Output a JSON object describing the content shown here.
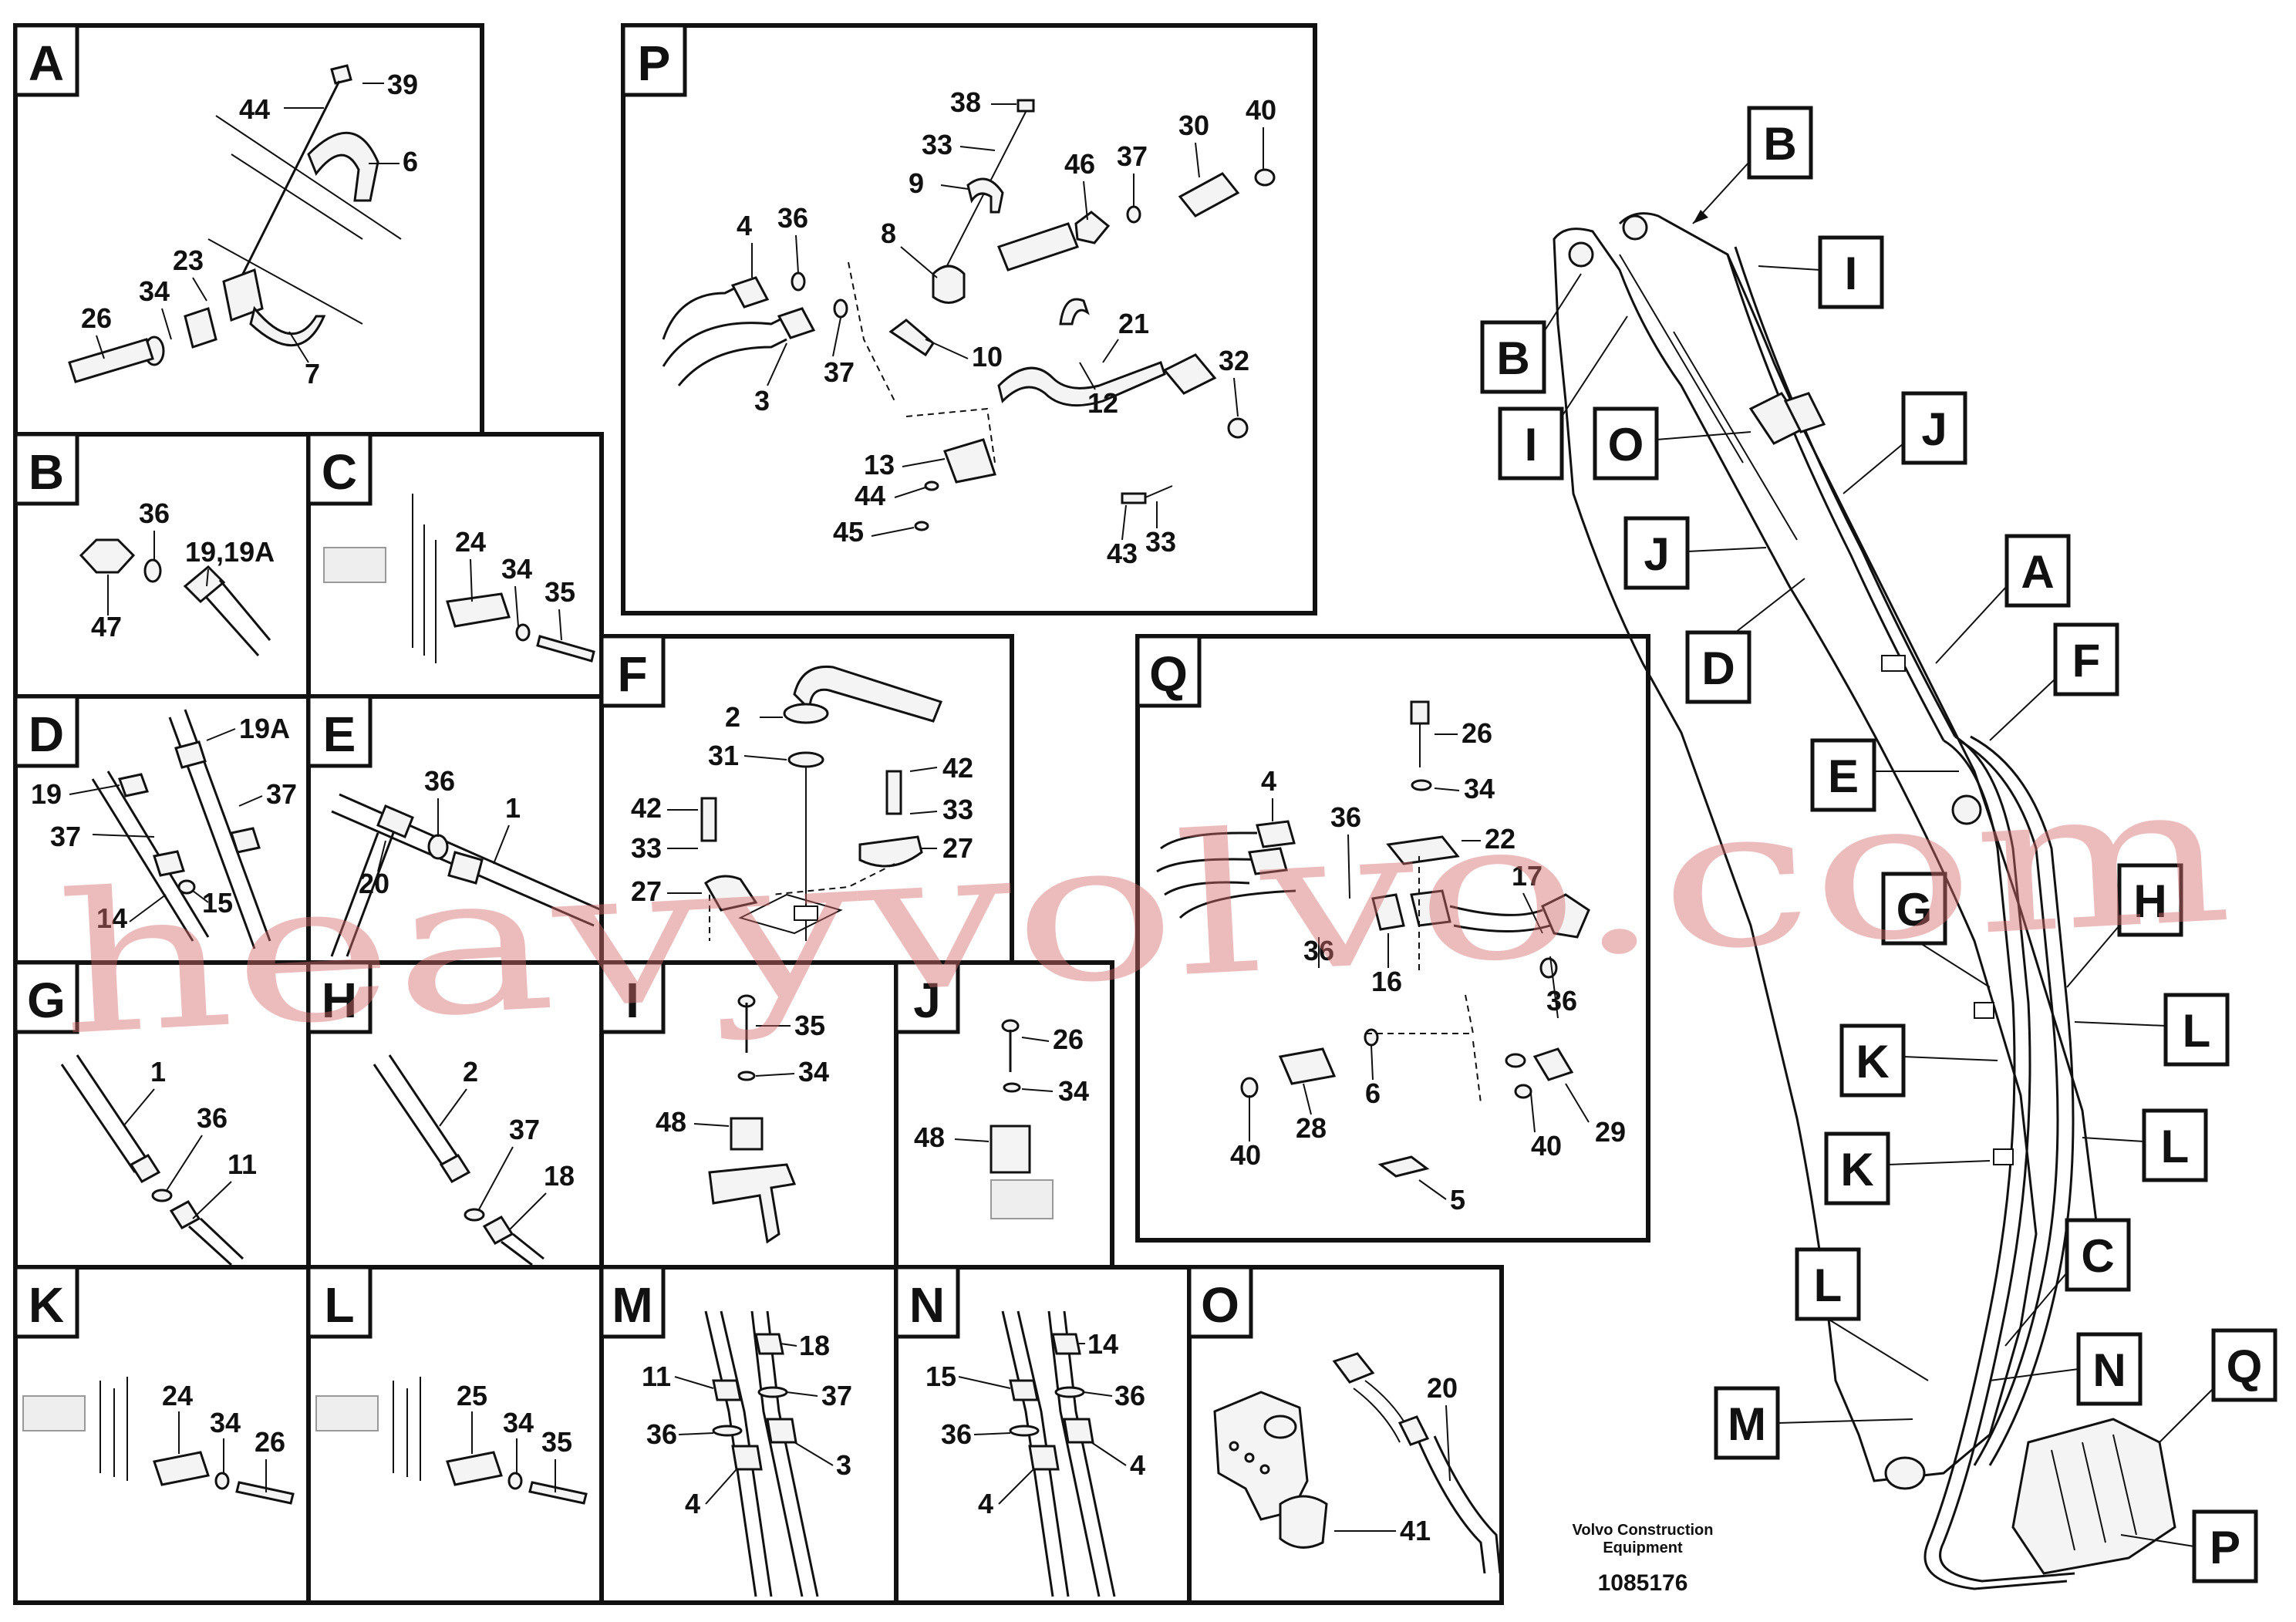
{
  "panels": {
    "A": {
      "letter": "A",
      "parts": [
        "39",
        "44",
        "6",
        "23",
        "34",
        "26",
        "7"
      ]
    },
    "B": {
      "letter": "B",
      "parts": [
        "36",
        "19,19A",
        "47"
      ]
    },
    "C": {
      "letter": "C",
      "parts": [
        "24",
        "34",
        "35"
      ]
    },
    "D": {
      "letter": "D",
      "parts": [
        "19A",
        "19",
        "37",
        "37",
        "15",
        "14"
      ]
    },
    "E": {
      "letter": "E",
      "parts": [
        "36",
        "1",
        "20"
      ]
    },
    "F": {
      "letter": "F",
      "parts": [
        "2",
        "31",
        "42",
        "42",
        "33",
        "33",
        "27",
        "27"
      ]
    },
    "G": {
      "letter": "G",
      "parts": [
        "1",
        "36",
        "11"
      ]
    },
    "H": {
      "letter": "H",
      "parts": [
        "2",
        "37",
        "18"
      ]
    },
    "I": {
      "letter": "I",
      "parts": [
        "35",
        "34",
        "48"
      ]
    },
    "J": {
      "letter": "J",
      "parts": [
        "26",
        "34",
        "48"
      ]
    },
    "K": {
      "letter": "K",
      "parts": [
        "24",
        "34",
        "26"
      ]
    },
    "L": {
      "letter": "L",
      "parts": [
        "25",
        "34",
        "35"
      ]
    },
    "M": {
      "letter": "M",
      "parts": [
        "18",
        "11",
        "37",
        "36",
        "3",
        "4"
      ]
    },
    "N": {
      "letter": "N",
      "parts": [
        "14",
        "15",
        "36",
        "36",
        "4",
        "4"
      ]
    },
    "O": {
      "letter": "O",
      "parts": [
        "20",
        "41"
      ]
    },
    "P": {
      "letter": "P",
      "parts": [
        "38",
        "33",
        "9",
        "46",
        "37",
        "30",
        "40",
        "4",
        "36",
        "8",
        "37",
        "3",
        "10",
        "21",
        "12",
        "32",
        "13",
        "44",
        "45",
        "43",
        "33"
      ]
    },
    "Q": {
      "letter": "Q",
      "parts": [
        "26",
        "34",
        "4",
        "36",
        "22",
        "17",
        "36",
        "16",
        "36",
        "40",
        "28",
        "6",
        "29",
        "40",
        "5"
      ]
    }
  },
  "overview": {
    "callouts": [
      "B",
      "I",
      "B",
      "I",
      "O",
      "J",
      "J",
      "A",
      "D",
      "F",
      "E",
      "G",
      "H",
      "L",
      "K",
      "K",
      "L",
      "C",
      "L",
      "N",
      "Q",
      "M",
      "P"
    ]
  },
  "footer": {
    "brand_line1": "Volvo Construction",
    "brand_line2": "Equipment",
    "doc_number": "1085176"
  },
  "watermark": "heavyvolvo.com"
}
